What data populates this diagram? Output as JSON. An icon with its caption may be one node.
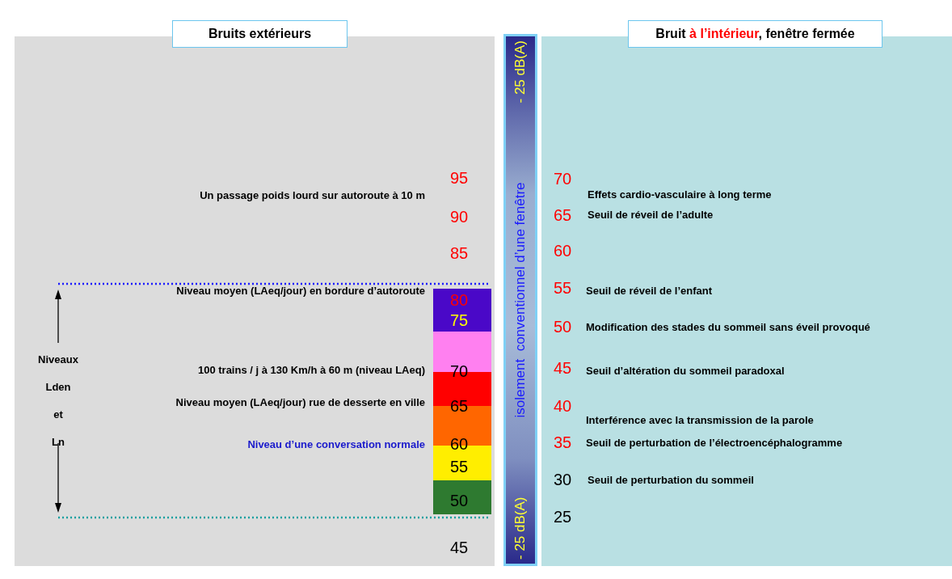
{
  "diagram": {
    "nodes": [
      {
        "text": [
          "Bruits extérieurs"
        ]
      },
      {
        "text": [
          "- 25 dB(A)",
          "isolement  conventionnel d’une fenêtre",
          "- 25 dB(A)"
        ]
      },
      {
        "text": [
          "Bruit ",
          "à l’intérieur",
          ", fenêtre fermée"
        ]
      }
    ],
    "labels": [
      "95",
      "Un passage poids lourd sur autoroute à 10 m",
      "90",
      "85",
      "Niveau moyen (LAeq/jour) en bordure d’autoroute",
      "80",
      "75",
      "Niveaux Lden et Ln",
      "100 trains / j à 130 Km/h à 60 m (niveau LAeq)",
      "70",
      "Niveau moyen (LAeq/jour) rue de desserte en ville",
      "65",
      "Niveau d’une conversation normale",
      "60",
      "55",
      "50",
      "45",
      "70",
      "Effets cardio-vasculaire à long terme",
      "65",
      "Seuil de réveil de l’adulte",
      "60",
      "55",
      "Seuil de réveil de l’enfant",
      "50",
      "Modification des stades du sommeil sans éveil provoqué",
      "45",
      "Seuil d’altération du sommeil paradoxal",
      "40",
      "Interférence avec la transmission de la parole",
      "35",
      "Seuil de perturbation de l’électroencéphalogramme",
      "30",
      "Seuil de perturbation du sommeil",
      "25"
    ]
  }
}
